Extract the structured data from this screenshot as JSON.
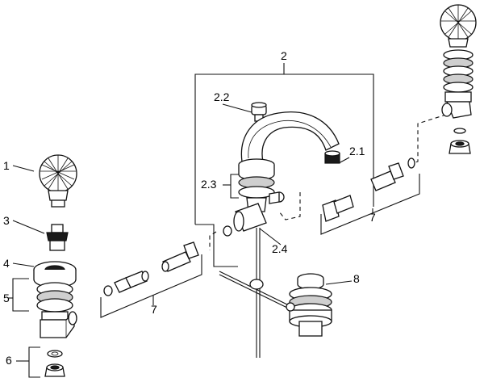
{
  "callouts": {
    "c1": "1",
    "c2": "2",
    "c2_1": "2.1",
    "c2_2": "2.2",
    "c2_3": "2.3",
    "c2_4": "2.4",
    "c3": "3",
    "c4": "4",
    "c5": "5",
    "c6": "6",
    "c7_left": "7",
    "c7_right": "7",
    "c8": "8"
  }
}
